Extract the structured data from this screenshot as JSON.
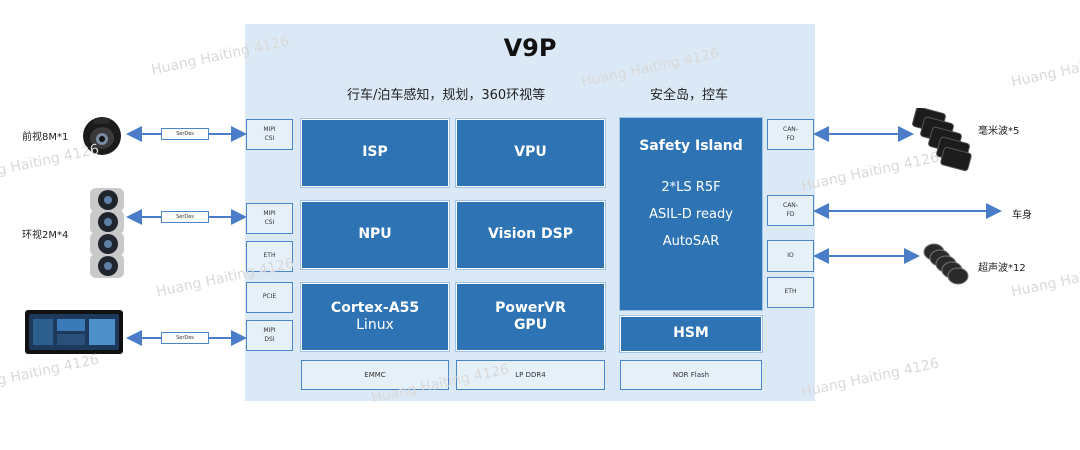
{
  "chip": {
    "title": "V9P",
    "subtitle_left": "行车/泊车感知，规划，360环视等",
    "subtitle_right": "安全岛，控车"
  },
  "blocks": {
    "isp": "ISP",
    "vpu": "VPU",
    "npu": "NPU",
    "vision_dsp": "Vision DSP",
    "cortex_title": "Cortex-A55",
    "cortex_sub": "Linux",
    "powervr_title": "PowerVR",
    "powervr_sub": "GPU",
    "safety_title": "Safety Island",
    "safety_line1": "2*LS R5F",
    "safety_line2": "ASIL-D ready",
    "safety_line3": "AutoSAR",
    "hsm": "HSM"
  },
  "memory": {
    "emmc": "EMMC",
    "lpddr": "LP DDR4",
    "nor": "NOR Flash"
  },
  "ports_left": {
    "mipi_csi_1_a": "MIPI",
    "mipi_csi_1_b": "CSI",
    "mipi_csi_2_a": "MIPI",
    "mipi_csi_2_b": "CSI",
    "eth": "ETH",
    "pcie": "PCIE",
    "mipi_dsi_a": "MIPI",
    "mipi_dsi_b": "DSI"
  },
  "ports_right": {
    "canfd_1_a": "CAN-",
    "canfd_1_b": "FD",
    "canfd_2_a": "CAN-",
    "canfd_2_b": "FD",
    "io": "IO",
    "eth": "ETH"
  },
  "serdes": {
    "label_1": "SerDes",
    "label_2": "SerDes",
    "label_3": "SerDes"
  },
  "peripherals": {
    "front_camera": "前视8M*1",
    "surround_camera": "环视2M*4",
    "radar": "毫米波*5",
    "vehicle_body": "车身",
    "ultrasonic": "超声波*12"
  },
  "watermark": "Huang Haiting 4126",
  "colors": {
    "block_blue": "#2e74b5",
    "panel_bg": "#dbe9f6",
    "arrow_blue": "#4a7cc7"
  }
}
